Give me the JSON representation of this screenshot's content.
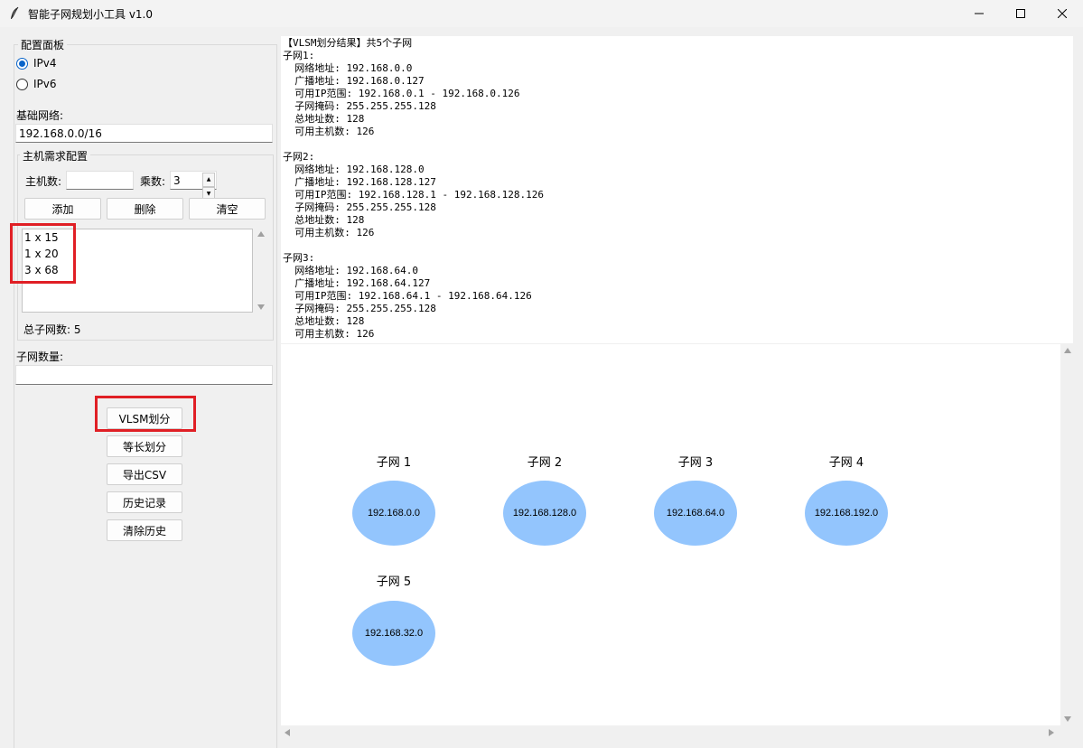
{
  "window": {
    "title": "智能子网规划小工具 v1.0",
    "colors": {
      "accent": "#0a64c9",
      "node_fill": "#93c5fd",
      "highlight": "#e01f25"
    }
  },
  "config": {
    "frame_title": "配置面板",
    "ip_versions": [
      {
        "label": "IPv4",
        "checked": true
      },
      {
        "label": "IPv6",
        "checked": false
      }
    ],
    "base_network_label": "基础网络:",
    "base_network_value": "192.168.0.0/16"
  },
  "hosts": {
    "frame_title": "主机需求配置",
    "host_count_label": "主机数:",
    "host_count_value": "",
    "multiplier_label": "乘数:",
    "multiplier_value": "3",
    "add_label": "添加",
    "delete_label": "删除",
    "clear_label": "清空",
    "list": [
      "1 x 15",
      "1 x 20",
      "3 x 68"
    ],
    "total_label": "总子网数: 5"
  },
  "subnet_count": {
    "label": "子网数量:",
    "value": ""
  },
  "actions": {
    "vlsm_label": "VLSM划分",
    "equal_label": "等长划分",
    "export_label": "导出CSV",
    "history_label": "历史记录",
    "clear_history_label": "清除历史"
  },
  "result_lines": [
    "【VLSM划分结果】共5个子网",
    "子网1:",
    "  网络地址: 192.168.0.0",
    "  广播地址: 192.168.0.127",
    "  可用IP范围: 192.168.0.1 - 192.168.0.126",
    "  子网掩码: 255.255.255.128",
    "  总地址数: 128",
    "  可用主机数: 126",
    "",
    "子网2:",
    "  网络地址: 192.168.128.0",
    "  广播地址: 192.168.128.127",
    "  可用IP范围: 192.168.128.1 - 192.168.128.126",
    "  子网掩码: 255.255.255.128",
    "  总地址数: 128",
    "  可用主机数: 126",
    "",
    "子网3:",
    "  网络地址: 192.168.64.0",
    "  广播地址: 192.168.64.127",
    "  可用IP范围: 192.168.64.1 - 192.168.64.126",
    "  子网掩码: 255.255.255.128",
    "  总地址数: 128",
    "  可用主机数: 126"
  ],
  "nodes": [
    {
      "label": "子网 1",
      "ip": "192.168.0.0"
    },
    {
      "label": "子网 2",
      "ip": "192.168.128.0"
    },
    {
      "label": "子网 3",
      "ip": "192.168.64.0"
    },
    {
      "label": "子网 4",
      "ip": "192.168.192.0"
    },
    {
      "label": "子网 5",
      "ip": "192.168.32.0"
    }
  ]
}
